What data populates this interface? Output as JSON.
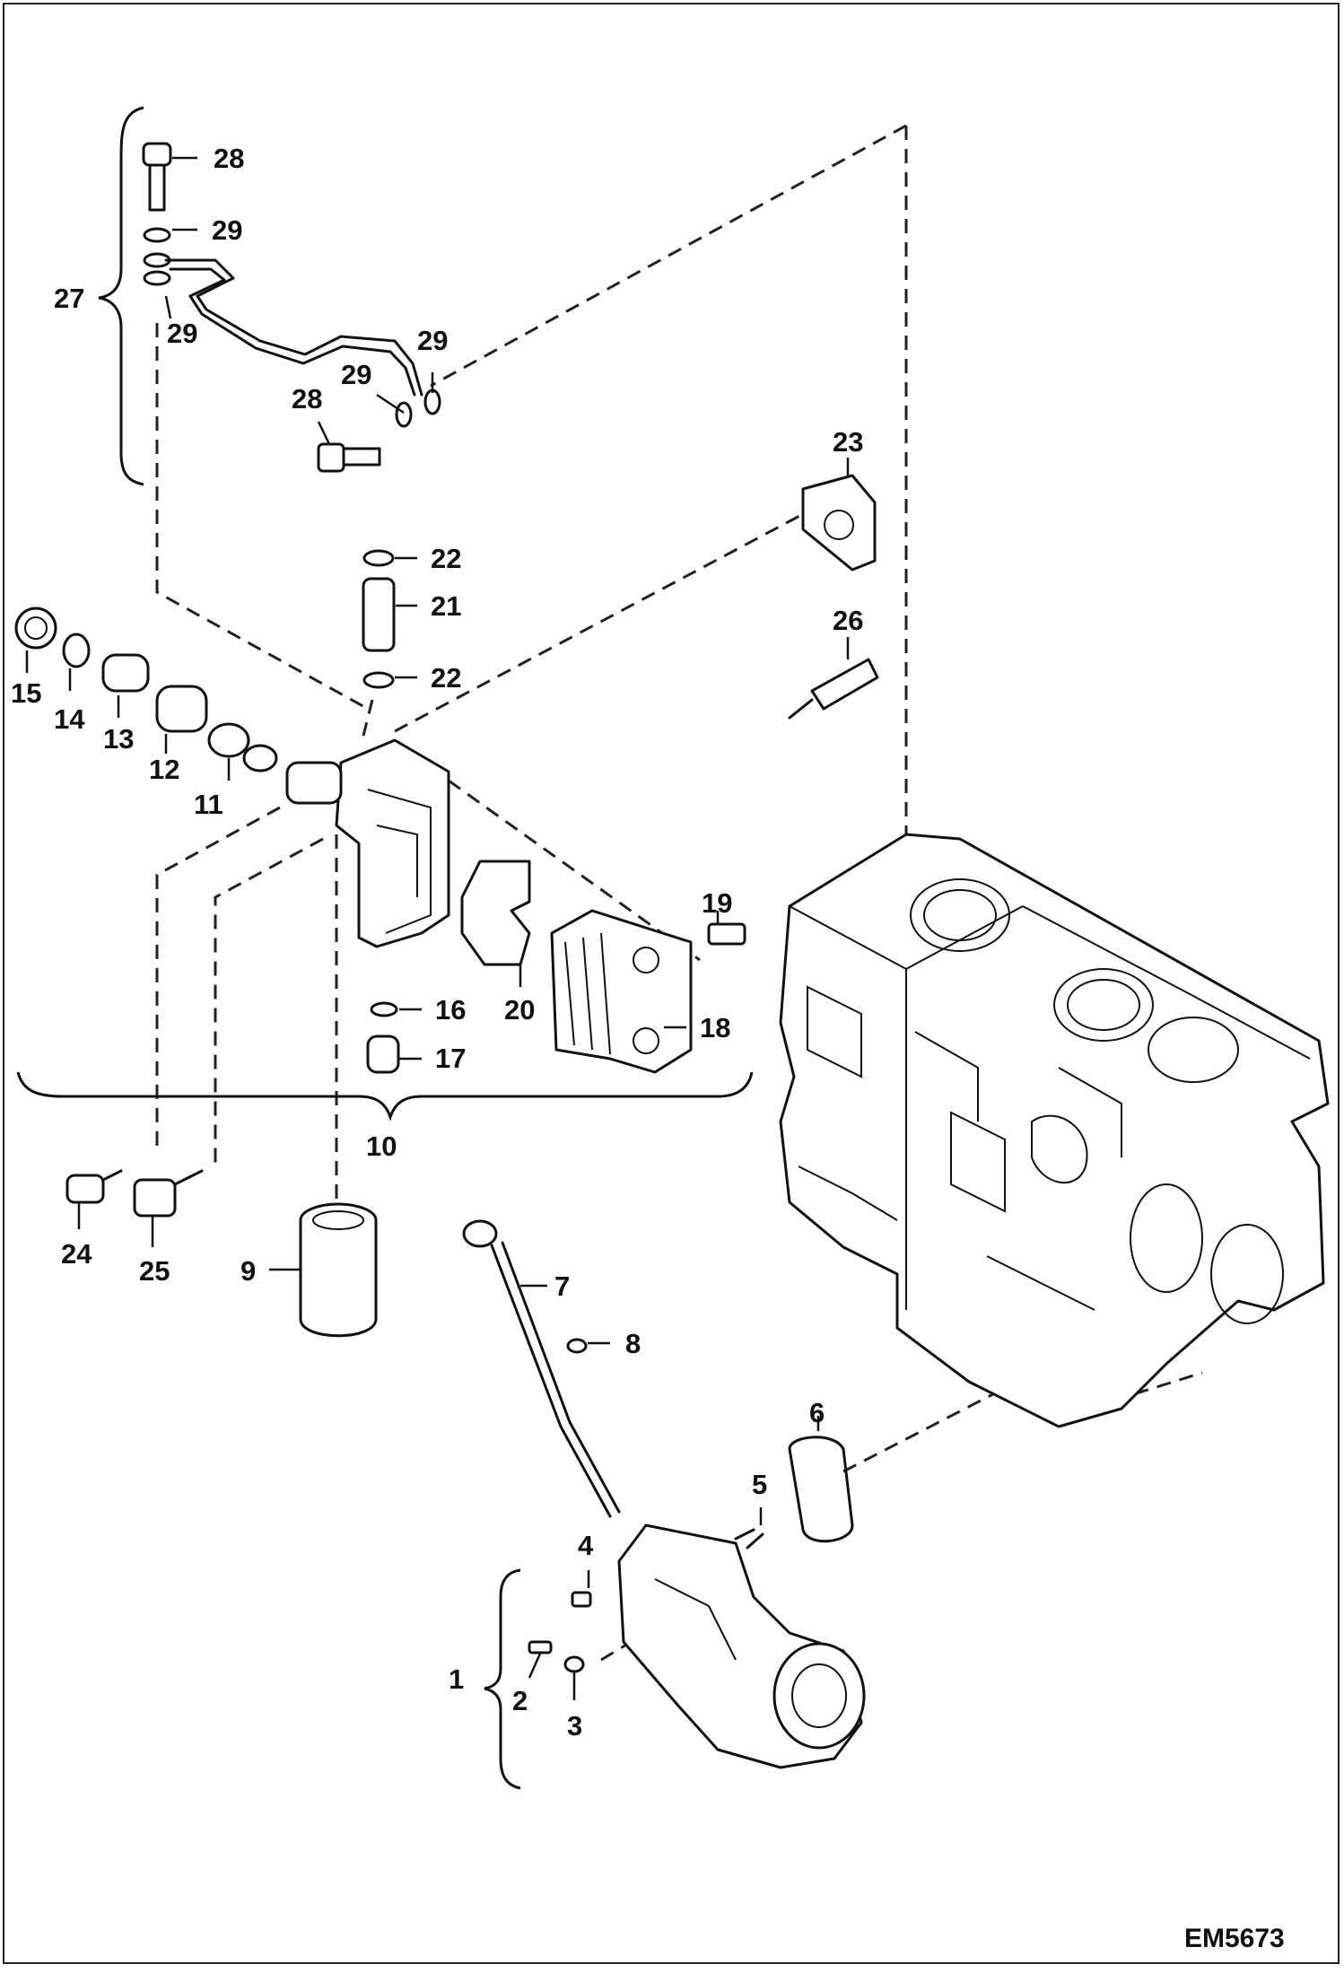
{
  "diagram": {
    "drawing_code": "EM5673",
    "callouts": {
      "c1": "1",
      "c2": "2",
      "c3": "3",
      "c4": "4",
      "c5": "5",
      "c6": "6",
      "c7": "7",
      "c8": "8",
      "c9": "9",
      "c10": "10",
      "c11": "11",
      "c12": "12",
      "c13": "13",
      "c14": "14",
      "c15": "15",
      "c16": "16",
      "c17": "17",
      "c18": "18",
      "c19": "19",
      "c20": "20",
      "c21": "21",
      "c22a": "22",
      "c22b": "22",
      "c23": "23",
      "c24": "24",
      "c25": "25",
      "c26": "26",
      "c27": "27",
      "c28a": "28",
      "c28b": "28",
      "c29a": "29",
      "c29b": "29",
      "c29c": "29",
      "c29d": "29"
    }
  }
}
